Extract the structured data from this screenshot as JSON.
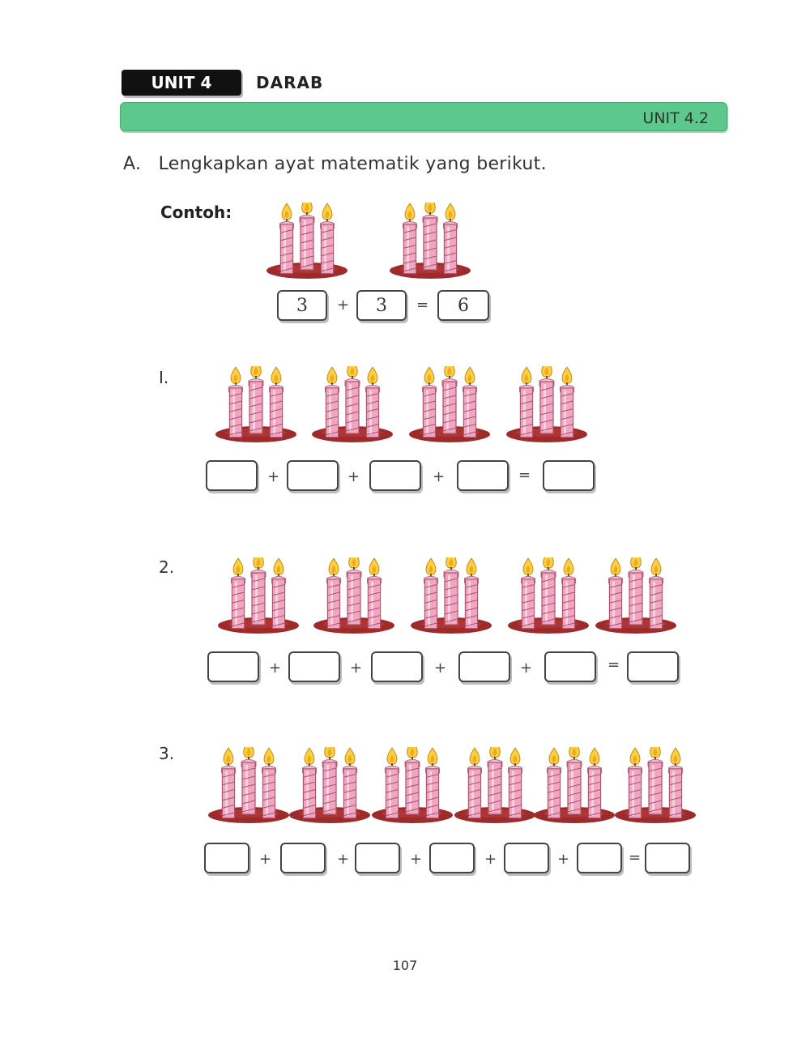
{
  "header": {
    "unit_badge": "UNIT 4",
    "unit_title": "DARAB",
    "subunit": "UNIT 4.2"
  },
  "section": {
    "letter": "A.",
    "instruction": "Lengkapkan ayat matematik yang berikut."
  },
  "example": {
    "label": "Contoh:",
    "candle_groups": 2,
    "candles_per_group": 3,
    "equation": {
      "terms": [
        "3",
        "3"
      ],
      "operators": [
        "+",
        "="
      ],
      "result": "6"
    }
  },
  "questions": [
    {
      "number": "I.",
      "candle_groups": 4,
      "candles_per_group": 3,
      "operators": [
        "+",
        "+",
        "+",
        "="
      ]
    },
    {
      "number": "2.",
      "candle_groups": 5,
      "candles_per_group": 3,
      "operators": [
        "+",
        "+",
        "+",
        "+",
        "="
      ]
    },
    {
      "number": "3.",
      "candle_groups": 6,
      "candles_per_group": 3,
      "operators": [
        "+",
        "+",
        "+",
        "+",
        "+",
        "="
      ]
    }
  ],
  "colors": {
    "green_bar": "#5cc88c",
    "candle_pink": "#f0a6c0",
    "candle_base": "#9e2b2b",
    "flame": "#f7d23e"
  },
  "page_number": "107"
}
